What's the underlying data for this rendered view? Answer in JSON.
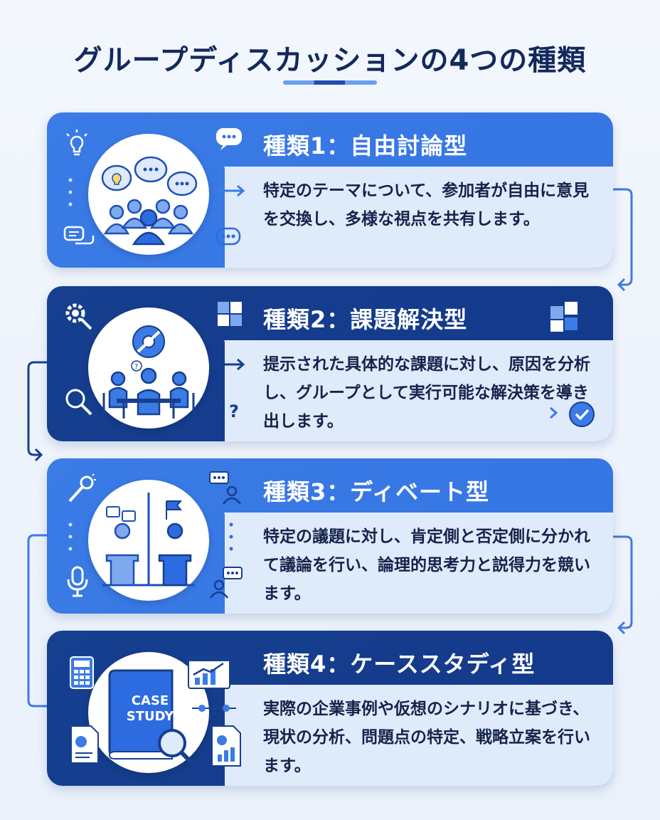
{
  "title": "グループディスカッションの4つの種類",
  "cards": [
    {
      "heading": "種類1：自由討論型",
      "description": "特定のテーマについて、参加者が自由に意見を交換し、多様な視点を共有します。"
    },
    {
      "heading": "種類2：課題解決型",
      "description": "提示された具体的な課題に対し、原因を分析し、グループとして実行可能な解決策を導き出します。"
    },
    {
      "heading": "種類3：ディベート型",
      "description": "特定の議題に対し、肯定側と否定側に分かれて議論を行い、論理的思考力と説得力を競います。"
    },
    {
      "heading": "種類4：ケーススタディ型",
      "description": "実際の企業事例や仮想のシナリオに基づき、現状の分析、問題点の特定、戦略立案を行います。",
      "book_label_line1": "CASE",
      "book_label_line2": "STUDY"
    }
  ],
  "colors": {
    "title": "#13295c",
    "light_card": "#3a7be6",
    "dark_card": "#163f8f",
    "panel": "#dfeafb",
    "text": "#15244a"
  }
}
